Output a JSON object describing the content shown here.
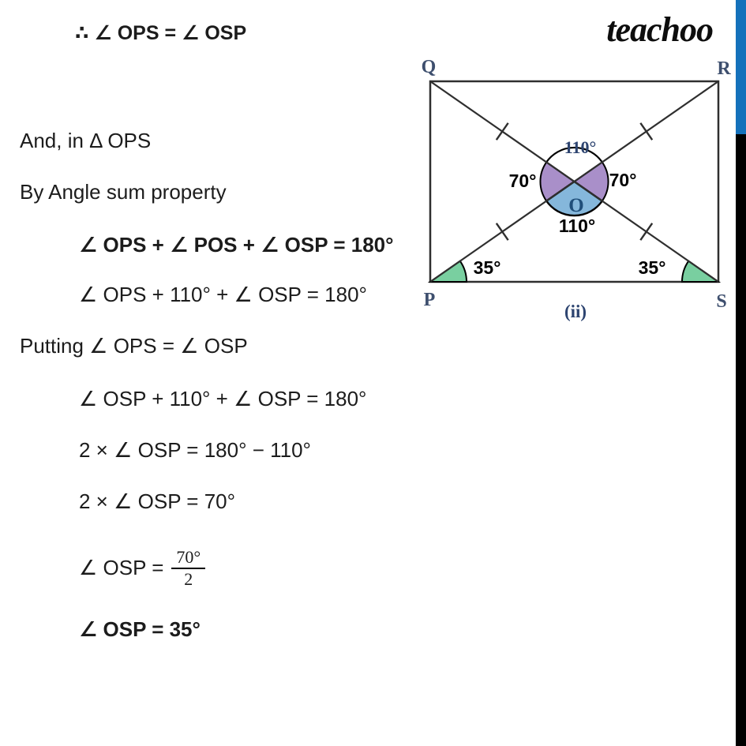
{
  "logo": {
    "text": "teachoo"
  },
  "proof": {
    "line_therefore": "∴ ∠ OPS = ∠ OSP",
    "line_and": "And, in Δ OPS",
    "line_by": "By Angle sum property",
    "eq_sum_bold": "∠ OPS + ∠ POS + ∠ OSP = 180°",
    "eq_sub_110": "∠ OPS + 110° + ∠ OSP = 180°",
    "line_putting": "Putting ∠ OPS = ∠ OSP",
    "eq_osp_twice": "∠ OSP + 110° + ∠ OSP = 180°",
    "eq_two_times": "2 × ∠ OSP = 180° − 110°",
    "eq_two_times_70": "2 × ∠ OSP = 70°",
    "eq_frac_prefix": "∠ OSP =",
    "eq_frac_numerator": "70°",
    "eq_frac_denominator": "2",
    "eq_result_bold": "∠ OSP = 35°"
  },
  "diagram": {
    "vertex_q": "Q",
    "vertex_r": "R",
    "vertex_p": "P",
    "vertex_s": "S",
    "center_label": "O",
    "angle_top": "110°",
    "angle_left": "70°",
    "angle_right": "70°",
    "angle_bottom": "110°",
    "angle_p": "35°",
    "angle_s": "35°",
    "caption": "(ii)",
    "colors": {
      "purple_wedge": "#a98fc9",
      "blue_wedge": "#85b7db",
      "green_wedge": "#79cfa0",
      "label_navy": "#2d4470",
      "vertex_navy": "#3e4f6e",
      "o_blue": "#1f4e79",
      "line": "#2f2f2f"
    }
  },
  "side_bars": {
    "blue": "#1471bb",
    "black": "#000000"
  }
}
